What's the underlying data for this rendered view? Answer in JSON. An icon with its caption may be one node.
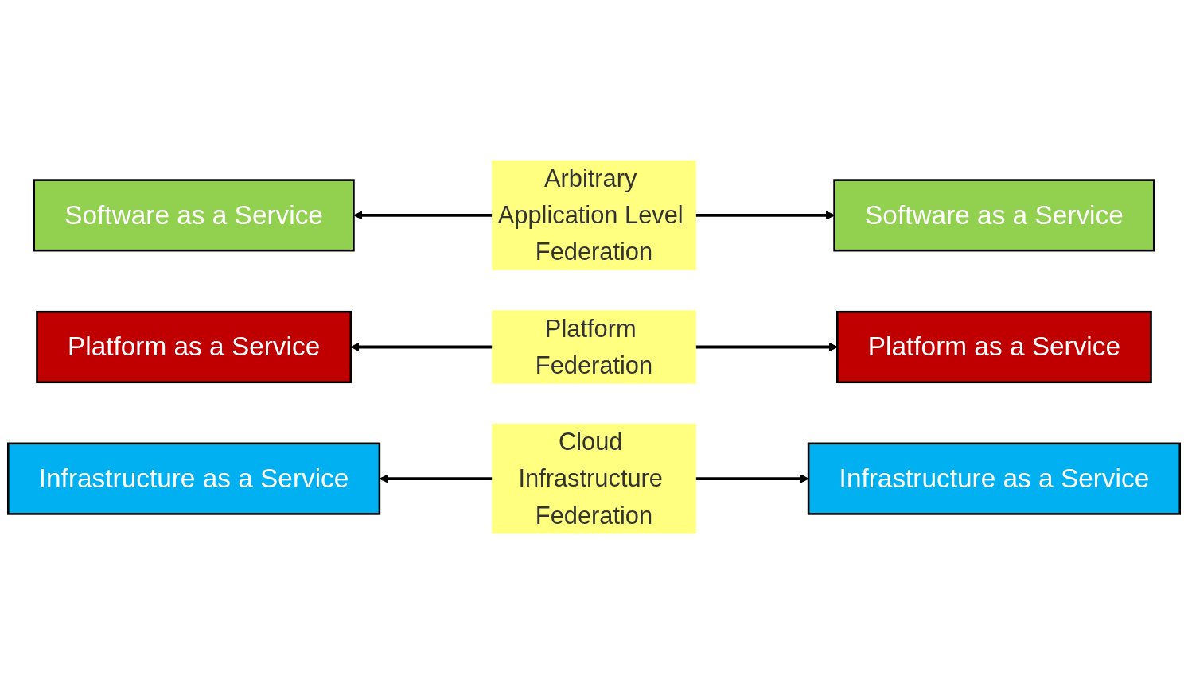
{
  "diagram": {
    "nodes": [
      {
        "text": [
          "Software as a Service"
        ]
      },
      {
        "text": [
          "Software as a Service"
        ]
      },
      {
        "text": [
          "Platform as a Service"
        ]
      },
      {
        "text": [
          "Platform as a Service"
        ]
      },
      {
        "text": [
          "Infrastructure as a Service"
        ]
      },
      {
        "text": [
          "Infrastructure as a Service"
        ]
      }
    ],
    "edges": [
      {
        "from": 0,
        "to": 1,
        "arrow": "both",
        "label": "Arbitrary Application Level Federation"
      },
      {
        "from": 2,
        "to": 3,
        "arrow": "both",
        "label": "Platform Federation"
      },
      {
        "from": 4,
        "to": 5,
        "arrow": "both",
        "label": "Cloud Infrastructure Federation"
      }
    ]
  }
}
